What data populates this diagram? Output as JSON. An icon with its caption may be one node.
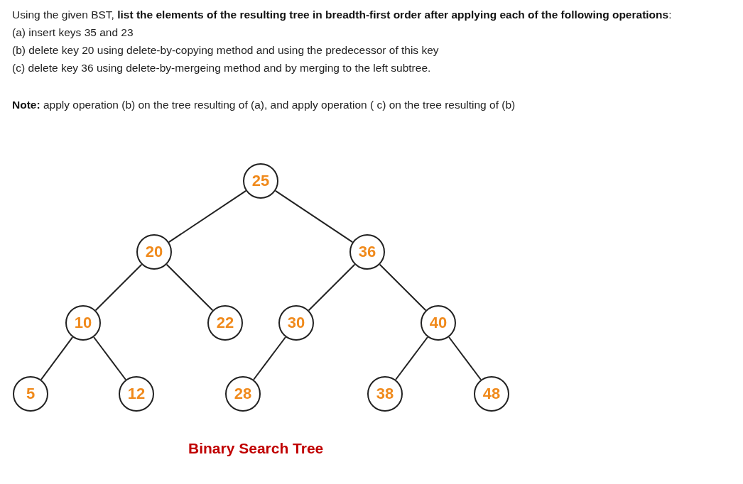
{
  "diagram": {
    "caption": "Binary Search Tree",
    "nodes": [
      {
        "text": [
          "25"
        ]
      },
      {
        "text": [
          "20"
        ]
      },
      {
        "text": [
          "36"
        ]
      },
      {
        "text": [
          "10"
        ]
      },
      {
        "text": [
          "22"
        ]
      },
      {
        "text": [
          "30"
        ]
      },
      {
        "text": [
          "40"
        ]
      },
      {
        "text": [
          "5"
        ]
      },
      {
        "text": [
          "12"
        ]
      },
      {
        "text": [
          "28"
        ]
      },
      {
        "text": [
          "38"
        ]
      },
      {
        "text": [
          "48"
        ]
      }
    ],
    "edges": [
      {
        "from": 0,
        "to": 1,
        "arrow": "none"
      },
      {
        "from": 0,
        "to": 2,
        "arrow": "none"
      },
      {
        "from": 1,
        "to": 3,
        "arrow": "none"
      },
      {
        "from": 1,
        "to": 4,
        "arrow": "none"
      },
      {
        "from": 2,
        "to": 5,
        "arrow": "none"
      },
      {
        "from": 2,
        "to": 6,
        "arrow": "none"
      },
      {
        "from": 3,
        "to": 7,
        "arrow": "none"
      },
      {
        "from": 3,
        "to": 8,
        "arrow": "none"
      },
      {
        "from": 5,
        "to": 9,
        "arrow": "none"
      },
      {
        "from": 6,
        "to": 10,
        "arrow": "none"
      },
      {
        "from": 6,
        "to": 11,
        "arrow": "none"
      }
    ],
    "labels": [
      "Using the given BST, **list the elements of the resulting tree in breadth-first order after applying each of the following operations**:",
      "(a) insert keys 35 and 23",
      "(b) delete key 20 using delete-by-copying method and using the predecessor of this key",
      "(c) delete key 36 using delete-by-mergeing method and by merging to the left subtree.",
      "**Note:** apply operation (b) on the tree resulting of (a), and apply operation ( c) on the tree resulting of (b)"
    ]
  }
}
